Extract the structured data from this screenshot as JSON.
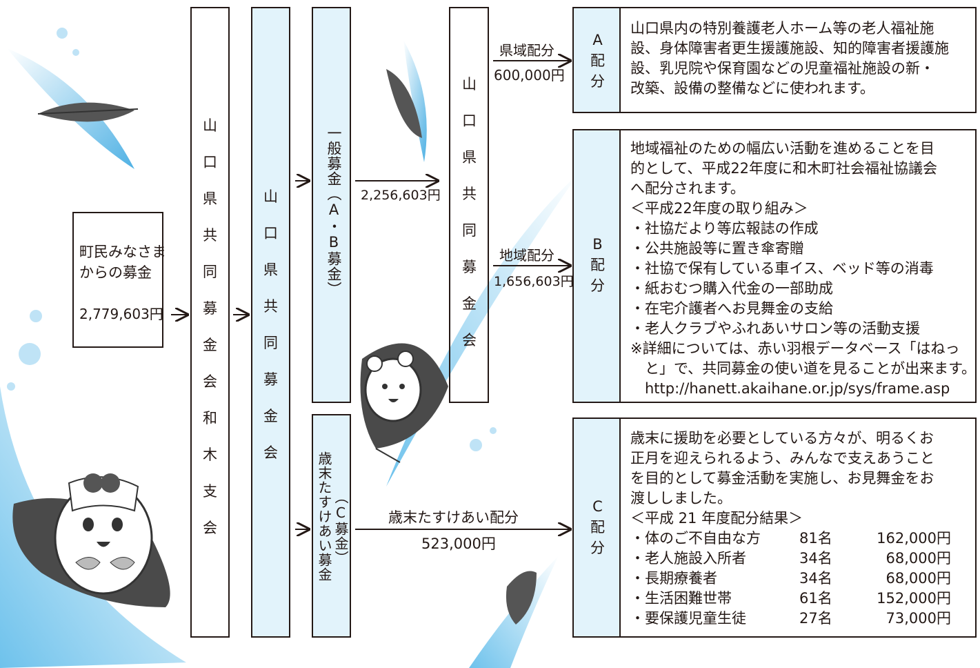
{
  "donation": {
    "line1": "町民みなさま",
    "line2": "からの募金",
    "amount": "2,779,603円"
  },
  "branch": {
    "chars": [
      "山",
      "口",
      "県",
      "共",
      "同",
      "募",
      "金",
      "会",
      "和",
      "木",
      "支",
      "会"
    ]
  },
  "prefecture": {
    "chars": [
      "山",
      "口",
      "県",
      "共",
      "同",
      "募",
      "金",
      "会"
    ]
  },
  "general": {
    "label": "一般募金（A・B募金）"
  },
  "yearend": {
    "label1": "歳末たすけあい募金",
    "label2": "（C募金）"
  },
  "pref_council": {
    "chars": [
      "山",
      "口",
      "県",
      "共",
      "同",
      "募",
      "金",
      "会"
    ]
  },
  "flows": {
    "general_amount": "2,256,603円",
    "pref_label": "県域配分",
    "pref_amount": "600,000円",
    "local_label": "地域配分",
    "local_amount": "1,656,603円",
    "yearend_label": "歳末たすけあい配分",
    "yearend_amount": "523,000円"
  },
  "a": {
    "tag": [
      "A",
      "配",
      "分"
    ],
    "lines": [
      "山口県内の特別養護老人ホーム等の老人福祉施",
      "設、身体障害者更生援護施設、知的障害者援護施",
      "設、乳児院や保育園などの児童福祉施設の新・",
      "改築、設備の整備などに使われます。"
    ]
  },
  "b": {
    "tag": [
      "B",
      "配",
      "分"
    ],
    "lines": [
      "地域福祉のための幅広い活動を進めることを目",
      "的として、平成22年度に和木町社会福祉協議会",
      "へ配分されます。",
      "＜平成22年度の取り組み＞",
      "・社協だより等広報誌の作成",
      "・公共施設等に置き傘寄贈",
      "・社協で保有している車イス、ベッド等の消毒",
      "・紙おむつ購入代金の一部助成",
      "・在宅介護者へお見舞金の支給",
      "・老人クラブやふれあいサロン等の活動支援",
      "※詳細については、赤い羽根データベース「はねっ",
      "　と」で、共同募金の使い道を見ることが出来ます。",
      "　http://hanett.akaihane.or.jp/sys/frame.asp"
    ]
  },
  "c": {
    "tag": [
      "C",
      "配",
      "分"
    ],
    "lines": [
      "歳末に援助を必要としている方々が、明るくお",
      "正月を迎えられるよう、みんなで支えあうこと",
      "を目的として募金活動を実施し、お見舞金をお",
      "渡ししました。",
      "＜平成 21 年度配分結果＞"
    ],
    "rows": [
      {
        "name": "・体のご不自由な方",
        "count": "81名",
        "amount": "162,000円"
      },
      {
        "name": "・老人施設入所者",
        "count": "34名",
        "amount": "68,000円"
      },
      {
        "name": "・長期療養者",
        "count": "34名",
        "amount": "68,000円"
      },
      {
        "name": "・生活困難世帯",
        "count": "61名",
        "amount": "152,000円"
      },
      {
        "name": "・要保護児童生徒",
        "count": "27名",
        "amount": "73,000円"
      }
    ]
  }
}
